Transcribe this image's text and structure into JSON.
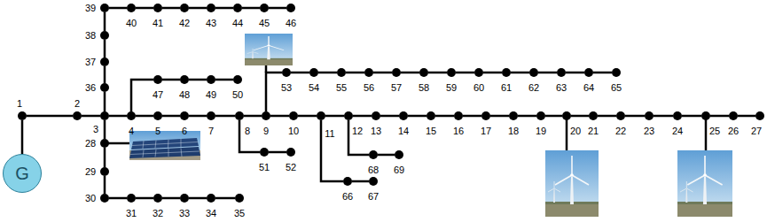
{
  "diagram": {
    "nodes": [
      {
        "text": [
          "G"
        ]
      },
      {
        "text": [
          "1"
        ]
      },
      {
        "text": [
          "2"
        ]
      },
      {
        "text": [
          "3"
        ]
      },
      {
        "text": [
          "4"
        ]
      },
      {
        "text": [
          "5"
        ]
      },
      {
        "text": [
          "6"
        ]
      },
      {
        "text": [
          "7"
        ]
      },
      {
        "text": [
          "8"
        ]
      },
      {
        "text": [
          "9"
        ]
      },
      {
        "text": [
          "10"
        ]
      },
      {
        "text": [
          "11"
        ]
      },
      {
        "text": [
          "12"
        ]
      },
      {
        "text": [
          "13"
        ]
      },
      {
        "text": [
          "14"
        ]
      },
      {
        "text": [
          "15"
        ]
      },
      {
        "text": [
          "16"
        ]
      },
      {
        "text": [
          "17"
        ]
      },
      {
        "text": [
          "18"
        ]
      },
      {
        "text": [
          "19"
        ]
      },
      {
        "text": [
          "20"
        ]
      },
      {
        "text": [
          "21"
        ]
      },
      {
        "text": [
          "22"
        ]
      },
      {
        "text": [
          "23"
        ]
      },
      {
        "text": [
          "24"
        ]
      },
      {
        "text": [
          "25"
        ]
      },
      {
        "text": [
          "26"
        ]
      },
      {
        "text": [
          "27"
        ]
      },
      {
        "text": [
          "28"
        ]
      },
      {
        "text": [
          "29"
        ]
      },
      {
        "text": [
          "30"
        ]
      },
      {
        "text": [
          "31"
        ]
      },
      {
        "text": [
          "32"
        ]
      },
      {
        "text": [
          "33"
        ]
      },
      {
        "text": [
          "34"
        ]
      },
      {
        "text": [
          "35"
        ]
      },
      {
        "text": [
          "36"
        ]
      },
      {
        "text": [
          "37"
        ]
      },
      {
        "text": [
          "38"
        ]
      },
      {
        "text": [
          "39"
        ]
      },
      {
        "text": [
          "40"
        ]
      },
      {
        "text": [
          "41"
        ]
      },
      {
        "text": [
          "42"
        ]
      },
      {
        "text": [
          "43"
        ]
      },
      {
        "text": [
          "44"
        ]
      },
      {
        "text": [
          "45"
        ]
      },
      {
        "text": [
          "46"
        ]
      },
      {
        "text": [
          "47"
        ]
      },
      {
        "text": [
          "48"
        ]
      },
      {
        "text": [
          "49"
        ]
      },
      {
        "text": [
          "50"
        ]
      },
      {
        "text": [
          "51"
        ]
      },
      {
        "text": [
          "52"
        ]
      },
      {
        "text": [
          "53"
        ]
      },
      {
        "text": [
          "54"
        ]
      },
      {
        "text": [
          "55"
        ]
      },
      {
        "text": [
          "56"
        ]
      },
      {
        "text": [
          "57"
        ]
      },
      {
        "text": [
          "58"
        ]
      },
      {
        "text": [
          "59"
        ]
      },
      {
        "text": [
          "60"
        ]
      },
      {
        "text": [
          "61"
        ]
      },
      {
        "text": [
          "62"
        ]
      },
      {
        "text": [
          "63"
        ]
      },
      {
        "text": [
          "64"
        ]
      },
      {
        "text": [
          "65"
        ]
      },
      {
        "text": [
          "66"
        ]
      },
      {
        "text": [
          "67"
        ]
      },
      {
        "text": [
          "68"
        ]
      },
      {
        "text": [
          "69"
        ]
      }
    ],
    "edges": [
      {
        "from": 0,
        "to": 1,
        "arrow": "none"
      },
      {
        "from": 1,
        "to": 2,
        "arrow": "none"
      },
      {
        "from": 2,
        "to": 3,
        "arrow": "none"
      },
      {
        "from": 3,
        "to": 4,
        "arrow": "none"
      },
      {
        "from": 4,
        "to": 5,
        "arrow": "none"
      },
      {
        "from": 5,
        "to": 6,
        "arrow": "none"
      },
      {
        "from": 6,
        "to": 7,
        "arrow": "none"
      },
      {
        "from": 7,
        "to": 8,
        "arrow": "none"
      },
      {
        "from": 8,
        "to": 9,
        "arrow": "none"
      },
      {
        "from": 9,
        "to": 10,
        "arrow": "none"
      },
      {
        "from": 10,
        "to": 11,
        "arrow": "none"
      },
      {
        "from": 11,
        "to": 12,
        "arrow": "none"
      },
      {
        "from": 12,
        "to": 13,
        "arrow": "none"
      },
      {
        "from": 13,
        "to": 14,
        "arrow": "none"
      },
      {
        "from": 14,
        "to": 15,
        "arrow": "none"
      },
      {
        "from": 15,
        "to": 16,
        "arrow": "none"
      },
      {
        "from": 16,
        "to": 17,
        "arrow": "none"
      },
      {
        "from": 17,
        "to": 18,
        "arrow": "none"
      },
      {
        "from": 18,
        "to": 19,
        "arrow": "none"
      },
      {
        "from": 19,
        "to": 20,
        "arrow": "none"
      },
      {
        "from": 20,
        "to": 21,
        "arrow": "none"
      },
      {
        "from": 21,
        "to": 22,
        "arrow": "none"
      },
      {
        "from": 22,
        "to": 23,
        "arrow": "none"
      },
      {
        "from": 23,
        "to": 24,
        "arrow": "none"
      },
      {
        "from": 24,
        "to": 25,
        "arrow": "none"
      },
      {
        "from": 25,
        "to": 26,
        "arrow": "none"
      },
      {
        "from": 26,
        "to": 27,
        "arrow": "none"
      },
      {
        "from": 3,
        "to": 28,
        "arrow": "none"
      },
      {
        "from": 28,
        "to": 29,
        "arrow": "none"
      },
      {
        "from": 29,
        "to": 30,
        "arrow": "none"
      },
      {
        "from": 30,
        "to": 31,
        "arrow": "none"
      },
      {
        "from": 31,
        "to": 32,
        "arrow": "none"
      },
      {
        "from": 32,
        "to": 33,
        "arrow": "none"
      },
      {
        "from": 33,
        "to": 34,
        "arrow": "none"
      },
      {
        "from": 34,
        "to": 35,
        "arrow": "none"
      },
      {
        "from": 3,
        "to": 36,
        "arrow": "none"
      },
      {
        "from": 36,
        "to": 37,
        "arrow": "none"
      },
      {
        "from": 37,
        "to": 38,
        "arrow": "none"
      },
      {
        "from": 38,
        "to": 39,
        "arrow": "none"
      },
      {
        "from": 39,
        "to": 40,
        "arrow": "none"
      },
      {
        "from": 40,
        "to": 41,
        "arrow": "none"
      },
      {
        "from": 41,
        "to": 42,
        "arrow": "none"
      },
      {
        "from": 42,
        "to": 43,
        "arrow": "none"
      },
      {
        "from": 43,
        "to": 44,
        "arrow": "none"
      },
      {
        "from": 44,
        "to": 45,
        "arrow": "none"
      },
      {
        "from": 45,
        "to": 46,
        "arrow": "none"
      },
      {
        "from": 4,
        "to": 47,
        "arrow": "none"
      },
      {
        "from": 47,
        "to": 48,
        "arrow": "none"
      },
      {
        "from": 48,
        "to": 49,
        "arrow": "none"
      },
      {
        "from": 49,
        "to": 50,
        "arrow": "none"
      },
      {
        "from": 8,
        "to": 51,
        "arrow": "none"
      },
      {
        "from": 51,
        "to": 52,
        "arrow": "none"
      },
      {
        "from": 9,
        "to": 53,
        "arrow": "none"
      },
      {
        "from": 53,
        "to": 54,
        "arrow": "none"
      },
      {
        "from": 54,
        "to": 55,
        "arrow": "none"
      },
      {
        "from": 55,
        "to": 56,
        "arrow": "none"
      },
      {
        "from": 56,
        "to": 57,
        "arrow": "none"
      },
      {
        "from": 57,
        "to": 58,
        "arrow": "none"
      },
      {
        "from": 58,
        "to": 59,
        "arrow": "none"
      },
      {
        "from": 59,
        "to": 60,
        "arrow": "none"
      },
      {
        "from": 60,
        "to": 61,
        "arrow": "none"
      },
      {
        "from": 61,
        "to": 62,
        "arrow": "none"
      },
      {
        "from": 62,
        "to": 63,
        "arrow": "none"
      },
      {
        "from": 63,
        "to": 64,
        "arrow": "none"
      },
      {
        "from": 64,
        "to": 65,
        "arrow": "none"
      },
      {
        "from": 11,
        "to": 66,
        "arrow": "none"
      },
      {
        "from": 66,
        "to": 67,
        "arrow": "none"
      },
      {
        "from": 12,
        "to": 68,
        "arrow": "none"
      },
      {
        "from": 68,
        "to": 69,
        "arrow": "none"
      }
    ]
  }
}
